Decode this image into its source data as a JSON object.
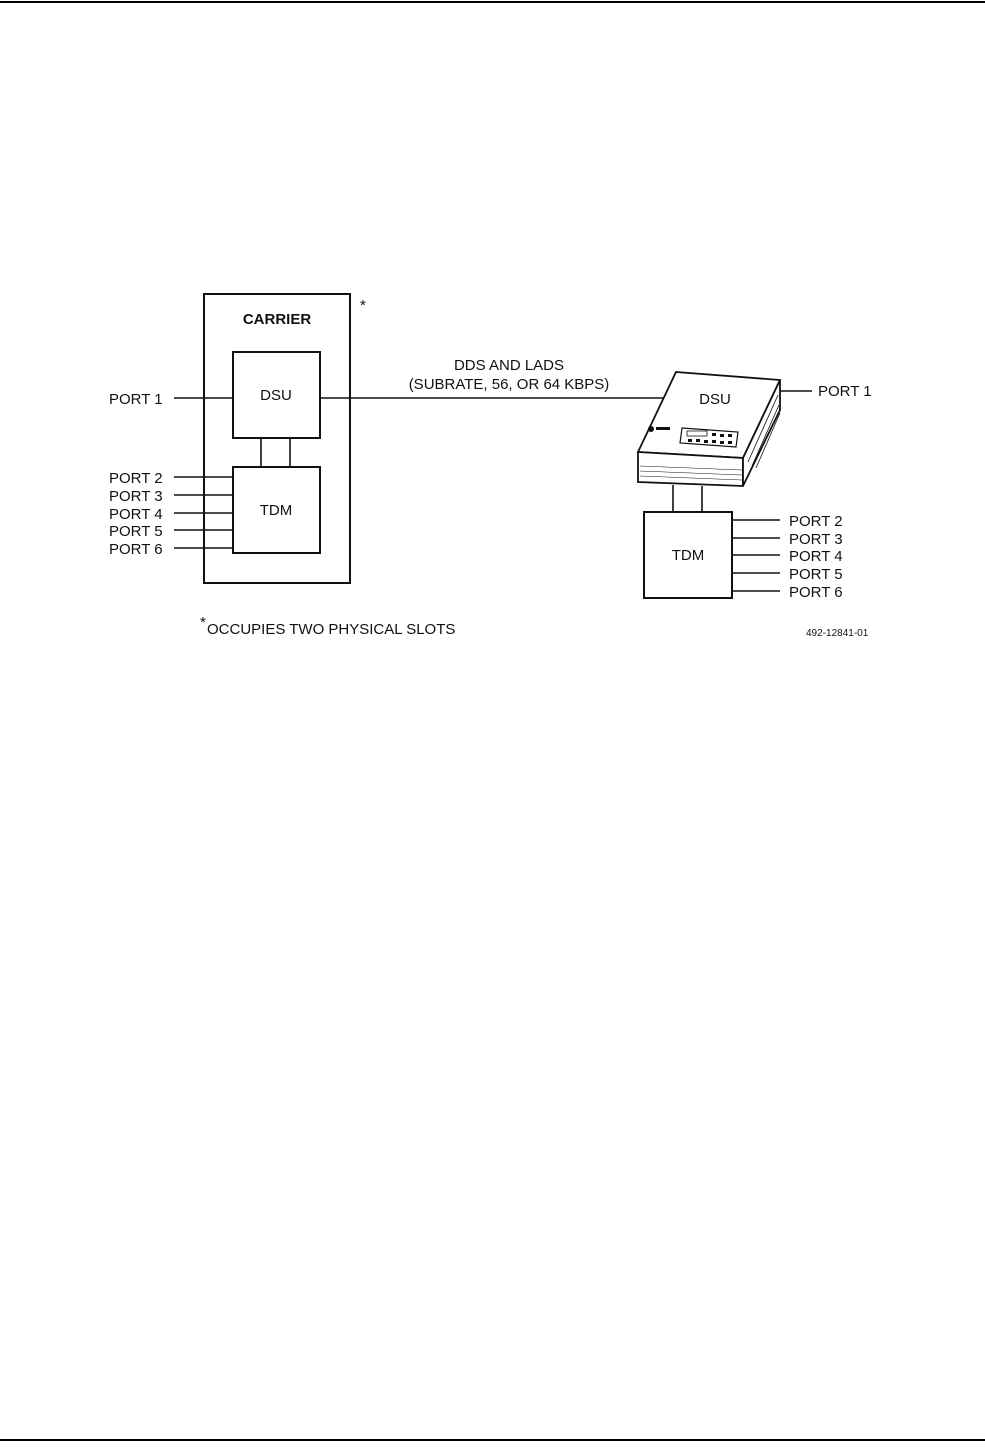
{
  "carrier": {
    "title": "CARRIER",
    "asterisk": "*",
    "dsu_label": "DSU",
    "tdm_label": "TDM",
    "port1": "PORT 1",
    "ports": [
      "PORT 2",
      "PORT 3",
      "PORT 4",
      "PORT 5",
      "PORT 6"
    ]
  },
  "link": {
    "line1": "DDS AND LADS",
    "line2": "(SUBRATE, 56, OR 64 KBPS)"
  },
  "remote": {
    "dsu_label": "DSU",
    "tdm_label": "TDM",
    "port1": "PORT 1",
    "ports": [
      "PORT 2",
      "PORT 3",
      "PORT 4",
      "PORT 5",
      "PORT 6"
    ]
  },
  "footnote": {
    "star": "*",
    "text": "OCCUPIES TWO PHYSICAL SLOTS"
  },
  "figure_id": "492-12841-01"
}
